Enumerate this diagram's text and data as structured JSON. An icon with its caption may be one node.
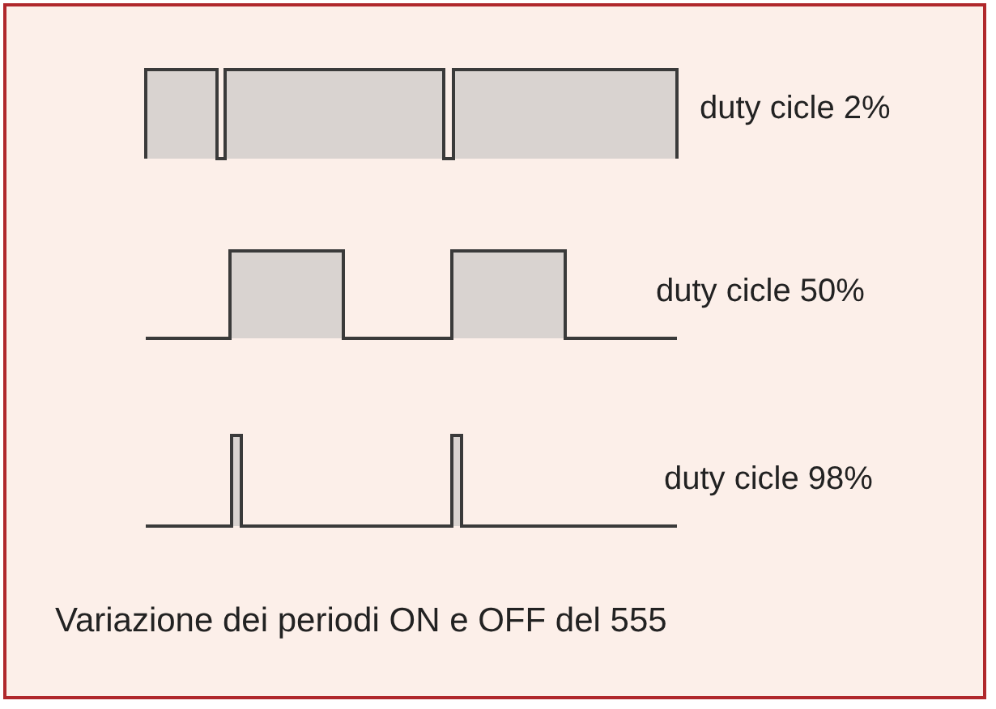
{
  "diagram": {
    "caption": "Variazione dei periodi ON e OFF del 555",
    "labels": [
      "duty cicle 2%",
      "duty cicle 50%",
      "duty cicle 98%"
    ]
  }
}
